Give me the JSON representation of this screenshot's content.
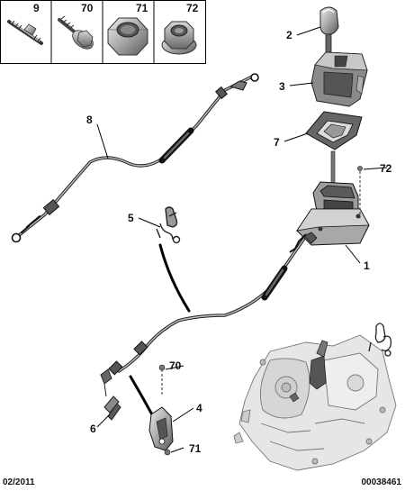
{
  "parts_header": {
    "cells": [
      {
        "number": "9",
        "icon": "stud-bolt-icon"
      },
      {
        "number": "70",
        "icon": "flange-screw-icon"
      },
      {
        "number": "71",
        "icon": "hex-nut-icon"
      },
      {
        "number": "72",
        "icon": "flange-nut-icon"
      }
    ]
  },
  "callouts": {
    "c1": "1",
    "c2": "2",
    "c3": "3",
    "c4": "4",
    "c5": "5",
    "c6": "6",
    "c7": "7",
    "c8": "8",
    "c70": "70",
    "c71": "71",
    "c72": "72"
  },
  "footer": {
    "date": "02/2011",
    "reference": "00038461"
  },
  "colors": {
    "line": "#1a1a1a",
    "part_fill": "#9a9a9a",
    "part_light": "#d4d4d4",
    "part_dark": "#4a4a4a",
    "gearbox_fill": "#e4e4e4"
  }
}
